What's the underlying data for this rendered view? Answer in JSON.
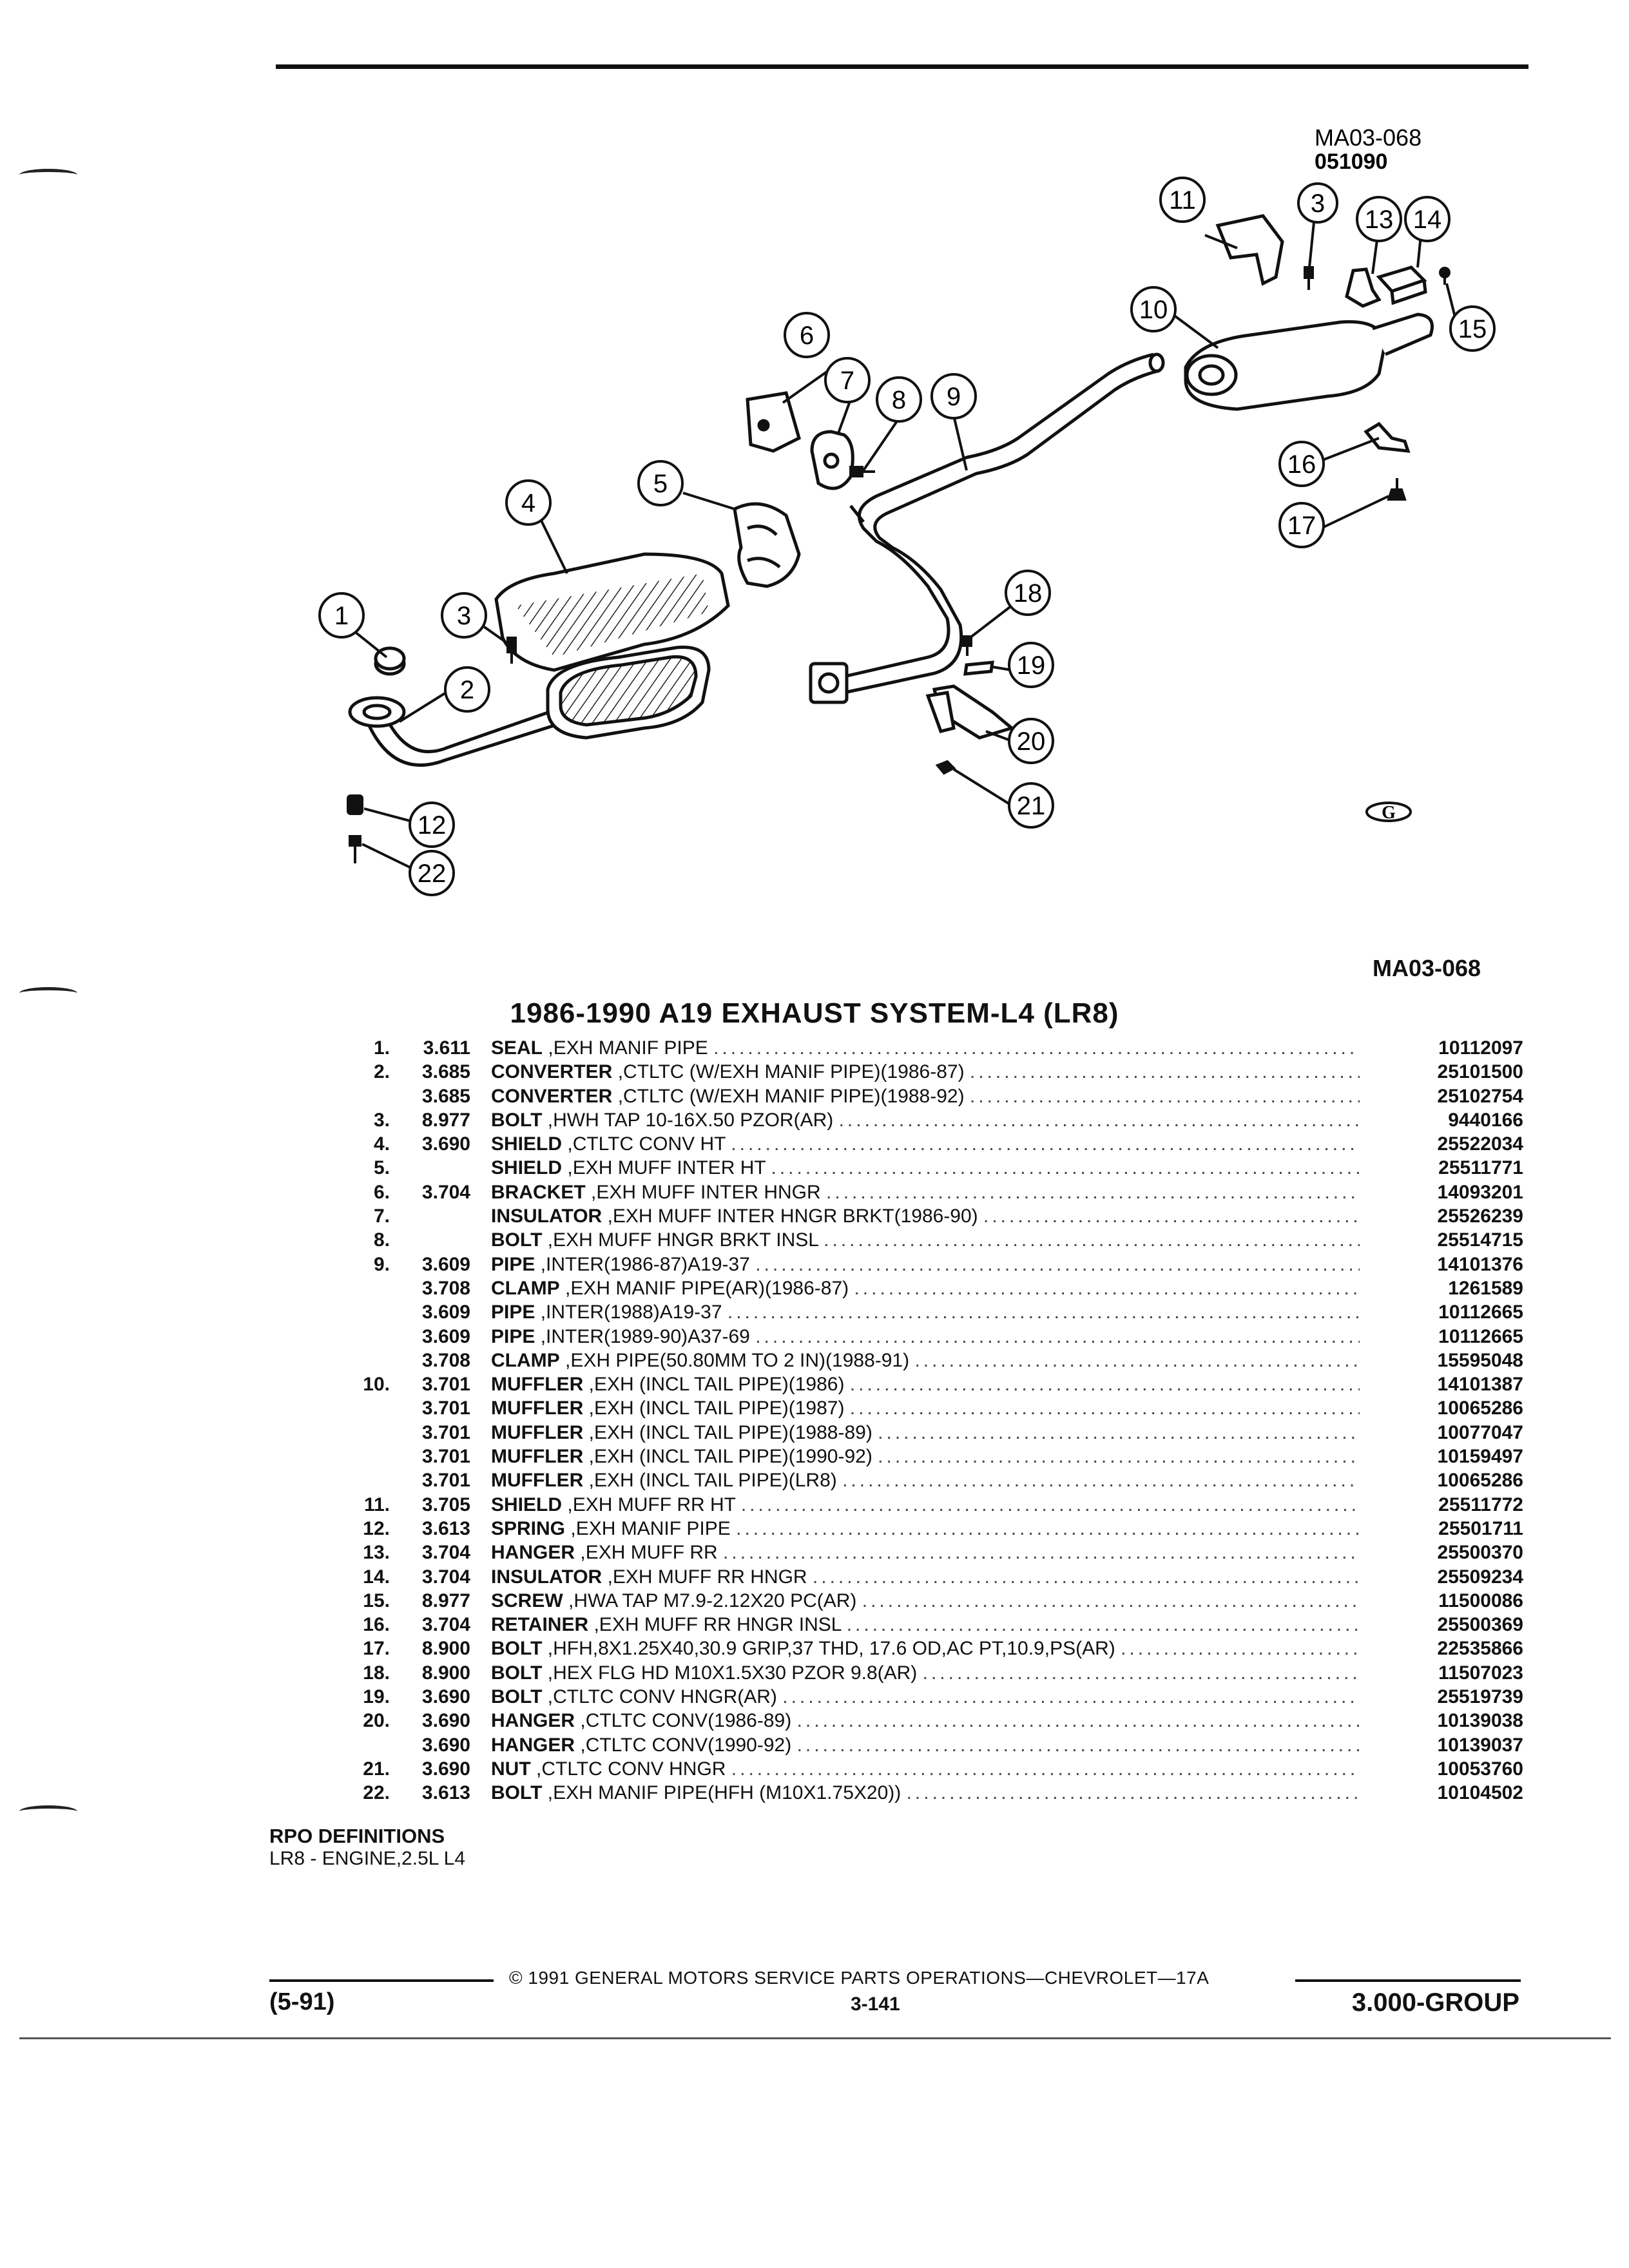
{
  "diagram": {
    "ref_code": "MA03-068",
    "ref_date": "051090",
    "callouts": [
      "1",
      "2",
      "3",
      "4",
      "5",
      "6",
      "7",
      "8",
      "9",
      "10",
      "11",
      "3",
      "13",
      "14",
      "15",
      "16",
      "17",
      "18",
      "19",
      "20",
      "21",
      "12",
      "22"
    ],
    "logo_text": "G"
  },
  "figure_code": "MA03-068",
  "title": "1986-1990 A19 EXHAUST SYSTEM-L4 (LR8)",
  "parts": [
    {
      "num": "1.",
      "grp": "3.611",
      "name": "SEAL",
      "desc": ",EXH MANIF PIPE",
      "pn": "10112097"
    },
    {
      "num": "2.",
      "grp": "3.685",
      "name": "CONVERTER",
      "desc": ",CTLTC (W/EXH MANIF PIPE)(1986-87)",
      "pn": "25101500"
    },
    {
      "num": "",
      "grp": "3.685",
      "name": "CONVERTER",
      "desc": ",CTLTC (W/EXH MANIF PIPE)(1988-92)",
      "pn": "25102754"
    },
    {
      "num": "3.",
      "grp": "8.977",
      "name": "BOLT",
      "desc": ",HWH TAP 10-16X.50 PZOR(AR)",
      "pn": "9440166"
    },
    {
      "num": "4.",
      "grp": "3.690",
      "name": "SHIELD",
      "desc": ",CTLTC CONV HT",
      "pn": "25522034"
    },
    {
      "num": "5.",
      "grp": "",
      "name": "SHIELD",
      "desc": ",EXH MUFF INTER HT",
      "pn": "25511771"
    },
    {
      "num": "6.",
      "grp": "3.704",
      "name": "BRACKET",
      "desc": ",EXH MUFF INTER HNGR",
      "pn": "14093201"
    },
    {
      "num": "7.",
      "grp": "",
      "name": "INSULATOR",
      "desc": ",EXH MUFF INTER HNGR BRKT(1986-90)",
      "pn": "25526239"
    },
    {
      "num": "8.",
      "grp": "",
      "name": "BOLT",
      "desc": ",EXH MUFF HNGR BRKT INSL",
      "pn": "25514715"
    },
    {
      "num": "9.",
      "grp": "3.609",
      "name": "PIPE",
      "desc": ",INTER(1986-87)A19-37",
      "pn": "14101376"
    },
    {
      "num": "",
      "grp": "3.708",
      "name": "CLAMP",
      "desc": ",EXH MANIF PIPE(AR)(1986-87)",
      "pn": "1261589"
    },
    {
      "num": "",
      "grp": "3.609",
      "name": "PIPE",
      "desc": ",INTER(1988)A19-37",
      "pn": "10112665"
    },
    {
      "num": "",
      "grp": "3.609",
      "name": "PIPE",
      "desc": ",INTER(1989-90)A37-69",
      "pn": "10112665"
    },
    {
      "num": "",
      "grp": "3.708",
      "name": "CLAMP",
      "desc": ",EXH PIPE(50.80MM TO 2 IN)(1988-91)",
      "pn": "15595048"
    },
    {
      "num": "10.",
      "grp": "3.701",
      "name": "MUFFLER",
      "desc": ",EXH (INCL TAIL PIPE)(1986)",
      "pn": "14101387"
    },
    {
      "num": "",
      "grp": "3.701",
      "name": "MUFFLER",
      "desc": ",EXH (INCL TAIL PIPE)(1987)",
      "pn": "10065286"
    },
    {
      "num": "",
      "grp": "3.701",
      "name": "MUFFLER",
      "desc": ",EXH (INCL TAIL PIPE)(1988-89)",
      "pn": "10077047"
    },
    {
      "num": "",
      "grp": "3.701",
      "name": "MUFFLER",
      "desc": ",EXH (INCL TAIL PIPE)(1990-92)",
      "pn": "10159497"
    },
    {
      "num": "",
      "grp": "3.701",
      "name": "MUFFLER",
      "desc": ",EXH (INCL TAIL PIPE)(LR8)",
      "pn": "10065286"
    },
    {
      "num": "11.",
      "grp": "3.705",
      "name": "SHIELD",
      "desc": ",EXH MUFF RR HT",
      "pn": "25511772"
    },
    {
      "num": "12.",
      "grp": "3.613",
      "name": "SPRING",
      "desc": ",EXH MANIF PIPE",
      "pn": "25501711"
    },
    {
      "num": "13.",
      "grp": "3.704",
      "name": "HANGER",
      "desc": ",EXH MUFF RR",
      "pn": "25500370"
    },
    {
      "num": "14.",
      "grp": "3.704",
      "name": "INSULATOR",
      "desc": ",EXH MUFF RR HNGR",
      "pn": "25509234"
    },
    {
      "num": "15.",
      "grp": "8.977",
      "name": "SCREW",
      "desc": ",HWA TAP M7.9-2.12X20 PC(AR)",
      "pn": "11500086"
    },
    {
      "num": "16.",
      "grp": "3.704",
      "name": "RETAINER",
      "desc": ",EXH MUFF RR HNGR INSL",
      "pn": "25500369"
    },
    {
      "num": "17.",
      "grp": "8.900",
      "name": "BOLT",
      "desc": ",HFH,8X1.25X40,30.9 GRIP,37 THD, 17.6 OD,AC PT,10.9,PS(AR)",
      "pn": "22535866"
    },
    {
      "num": "18.",
      "grp": "8.900",
      "name": "BOLT",
      "desc": ",HEX FLG HD M10X1.5X30 PZOR 9.8(AR)",
      "pn": "11507023"
    },
    {
      "num": "19.",
      "grp": "3.690",
      "name": "BOLT",
      "desc": ",CTLTC CONV HNGR(AR)",
      "pn": "25519739"
    },
    {
      "num": "20.",
      "grp": "3.690",
      "name": "HANGER",
      "desc": ",CTLTC CONV(1986-89)",
      "pn": "10139038"
    },
    {
      "num": "",
      "grp": "3.690",
      "name": "HANGER",
      "desc": ",CTLTC CONV(1990-92)",
      "pn": "10139037"
    },
    {
      "num": "21.",
      "grp": "3.690",
      "name": "NUT",
      "desc": ",CTLTC CONV HNGR",
      "pn": "10053760"
    },
    {
      "num": "22.",
      "grp": "3.613",
      "name": "BOLT",
      "desc": ",EXH MANIF PIPE(HFH (M10X1.75X20))",
      "pn": "10104502"
    }
  ],
  "rpo": {
    "heading": "RPO DEFINITIONS",
    "line": "LR8 - ENGINE,2.5L L4"
  },
  "footer": {
    "copyright": "© 1991 GENERAL MOTORS SERVICE PARTS OPERATIONS—CHEVROLET—17A",
    "revision": "(5-91)",
    "page": "3-141",
    "group": "3.000-GROUP"
  }
}
